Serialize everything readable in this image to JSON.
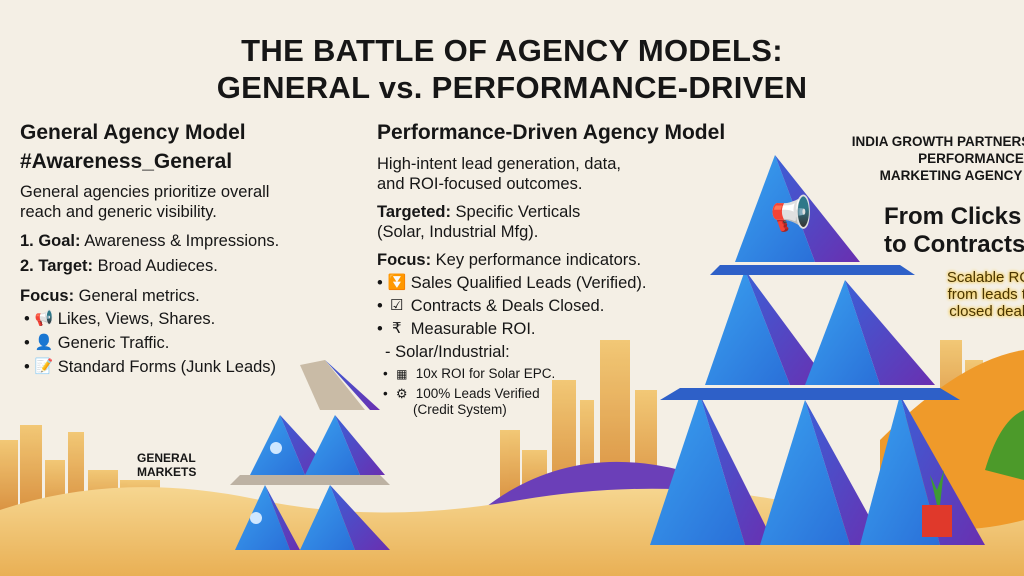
{
  "title": {
    "line1": "THE BATTLE OF AGENCY MODELS:",
    "line2": "GENERAL vs. PERFORMANCE-DRIVEN"
  },
  "general": {
    "heading": "General Agency Model",
    "hashtag": "#Awareness_General",
    "description": [
      "General agencies prioritize overall",
      "reach and generic visibility."
    ],
    "goal": {
      "label": "1. Goal:",
      "text": " Awareness & Impressions."
    },
    "target": {
      "label": "2. Target:",
      "text": " Broad Audieces."
    },
    "focus": {
      "label": "Focus:",
      "text": " General metrics."
    },
    "bullets": [
      {
        "icon": "megaphone-icon",
        "text": "Likes, Views, Shares."
      },
      {
        "icon": "person-icon",
        "text": "Generic Traffic."
      },
      {
        "icon": "form-icon",
        "text": "Standard Forms (Junk Leads)"
      }
    ],
    "markets_label": [
      "GENERAL",
      "MARKETS"
    ]
  },
  "performance": {
    "heading": "Performance-Driven Agency Model",
    "description": [
      "High-intent lead generation, data,",
      "and ROI-focused outcomes."
    ],
    "targeted": {
      "label": "Targeted:",
      "text": " Specific Verticals",
      "line2": "(Solar, Industrial Mfg)."
    },
    "focus": {
      "label": "Focus:",
      "text": " Key performance indicators."
    },
    "bullets": [
      {
        "icon": "funnel-icon",
        "text": "Sales Qualified Leads (Verified)."
      },
      {
        "icon": "checkbox-icon",
        "text": "Contracts & Deals Closed."
      },
      {
        "icon": "rupee-up-icon",
        "text": "Measurable ROI."
      }
    ],
    "sub_heading": "- Solar/Industrial:",
    "sub_bullets": [
      {
        "icon": "solar-panel-icon",
        "text": "10x ROI for Solar EPC."
      },
      {
        "icon": "gear-icon",
        "text": "100% Leads Verified",
        "line2": "(Credit System)"
      }
    ]
  },
  "brand": {
    "lines": [
      "INDIA GROWTH PARTNERS",
      "PERFORMANCE",
      "MARKETING AGENCY"
    ],
    "headline": [
      "From Clicks",
      "to Contracts"
    ],
    "tagline": [
      "Scalable ROI",
      "from leads to",
      "closed deals"
    ]
  },
  "colors": {
    "background": "#f4efe5",
    "card_blue": "#2f8de4",
    "card_purple": "#5a3fc0",
    "skyline_gold": "#e7a63c",
    "tagline_gold": "#c98a16"
  }
}
